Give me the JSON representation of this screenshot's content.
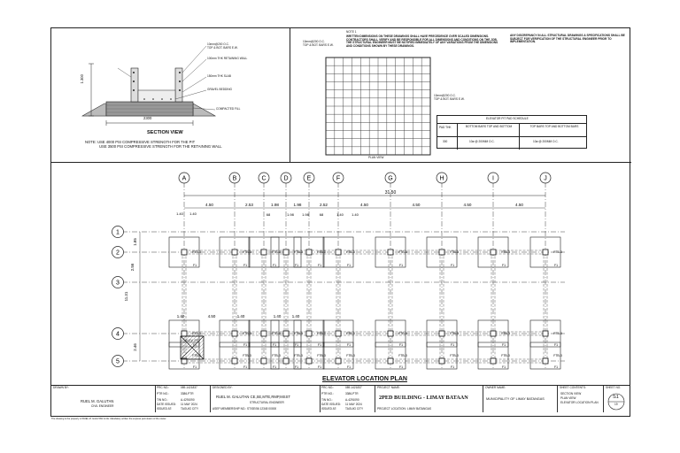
{
  "section_view": {
    "title": "SECTION VIEW",
    "dim_width": "2300",
    "dim_height": "1.300",
    "note1": "NOTE: USE 4000 PSI COMPRESSIVE STRENGTH FOR THE PIT",
    "note2": "USE 3500 PSI COMPRESSIVE STRENGTH FOR THE RETAINING WALL",
    "labels": [
      "10mm@200 O.C.",
      "TOP & BOT. BARS E.W.",
      "100mm THK RETAINING WALL",
      "150mm THK SLAB",
      "GRAVEL BEDDING",
      "COMPACTED FILL"
    ]
  },
  "general_notes": {
    "note_label": "NOTE 1",
    "note_text": "WRITTEN DIMENSIONS ON THESE DRAWINGS SHALL HAVE PRECEDENCE OVER SCALED DIMENSIONS. CONTRACTORS SHALL VERIFY AND BE RESPONSIBLE FOR ALL DIMENSIONS AND CONDITIONS ON THE JOB. THE STRUCTURAL ENGINEER MUST BE NOTIFIED IMMEDIATELY OF ANY VARIATIONS FROM THE DIMENSIONS AND CONDITIONS SHOWN BY THESE DRAWINGS.",
    "discrepancy_text": "ANY DISCREPANCY IN ALL STRUCTURAL DRAWINGS & SPECIFICATIONS SHALL BE SUBJECT FOR VERIFICATION OF THE STRUCTURAL ENGINEER PRIOR TO IMPLEMENTATION.",
    "rebar_label_top": "10mm@200 O.C.",
    "rebar_label_top2": "TOP & BOT. BARS E.W.",
    "rebar_label_right": "10mm@200 O.C.",
    "rebar_label_right2": "TOP & BOT. BARS E.W.",
    "plan_caption": "PLAN VIEW"
  },
  "pad_schedule": {
    "title": "ELEVATOR PIT PAD SCHEDULE",
    "headers": [
      "PAD THK",
      "BOTTOM BARS TOP AND BOTTOM",
      "TOP BARS TOP AND BOTTOM BARS"
    ],
    "row": [
      "300",
      "10ø @ 200MM O.C.",
      "10ø @ 200MM O.C."
    ]
  },
  "plan": {
    "title": "ELEVATOR LOCATION PLAN",
    "grid_letters": [
      "A",
      "B",
      "C",
      "D",
      "E",
      "F",
      "G",
      "H",
      "I",
      "J"
    ],
    "grid_numbers": [
      "1",
      "2",
      "3",
      "4",
      "5"
    ],
    "overall_dim": "31.50",
    "top_dims": [
      "4.50",
      "2.53",
      "1.98",
      "1.98",
      "2.52",
      "4.50",
      "4.50",
      "4.50",
      "4.50"
    ],
    "sub_dims": [
      "68",
      "1.98",
      "1.98",
      "68",
      "1.40",
      "1.40"
    ],
    "left_dims": [
      "1.85",
      "2.56",
      "11.31",
      "2.46"
    ],
    "footing_tag": "FTB-3",
    "footing_code": "F1",
    "dims_bottom": [
      "1.40",
      "4.50",
      "1.40",
      "1.40",
      "1.40"
    ],
    "elevator_tag": "ELEV. PIT"
  },
  "title_block": {
    "drawn_by_label": "DRAWN BY:",
    "drawn_by": "RUEL M. GALUTAN",
    "drawn_by_role": "CIVIL ENGINEER",
    "prc_label": "PRC NO.:",
    "prc": "089-1421837",
    "ptr_label": "PTR NO.:",
    "ptr": "3386-PTR",
    "tin_label": "TIN NO.:",
    "tin": "A-4291090",
    "date_label": "DATE ISSUED:",
    "date": "11 MAY 2024",
    "issued_at_label": "ISSUED AT:",
    "issued_at": "TAGUIG CITY",
    "designed_by_label": "DESIGNED BY:",
    "designed_by": "RUEL M. GALUTAN  CE,SE,MTE,RMP,MSST",
    "designed_by_role": "STRUCTURAL ENGINEER",
    "asep": "ASEP MEMBERSHIP NO.:  ST/SE/56 12345 00000",
    "project_name_label": "PROJECT NAME:",
    "project_name": "2PED BUILDING - LIMAY BATAAN",
    "project_location_label": "PROJECT LOCATION:",
    "project_location": "LIMAY BATANGAS",
    "owner_label": "OWNER NAME:",
    "owner": "MUNICIPALITY OF LIMAY BATANGAS",
    "sheet_contents_label": "SHEET CONTENTS:",
    "sheet_contents": [
      "SECTION VIEW",
      "PLAN VIEW",
      "ELEVATOR LOCATION PLAN"
    ],
    "sheet_no_label": "SHEET NO.",
    "sheet_no": "S1",
    "sheet_total": "19",
    "footer": "The drawing is the property of RUEL M. GALUTAN & CE. Mandatory written the express permission of the owner."
  }
}
